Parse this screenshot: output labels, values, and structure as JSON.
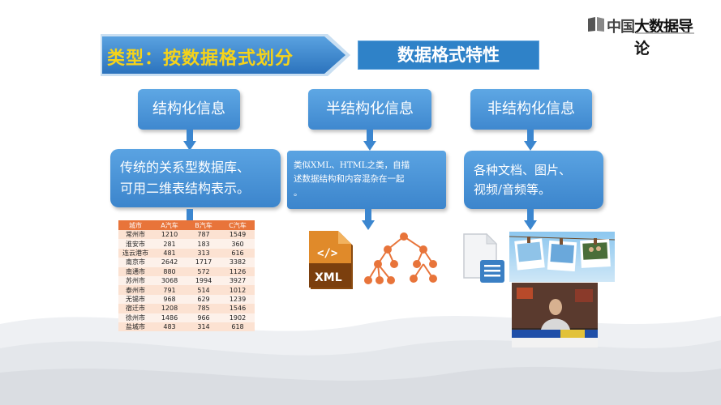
{
  "logo": {
    "part1": "中国",
    "part2": "大数据导论"
  },
  "header": {
    "left_title": "类型：按数据格式划分",
    "right_title": "数据格式特性"
  },
  "categories": [
    {
      "label": "结构化信息"
    },
    {
      "label": "半结构化信息"
    },
    {
      "label": "非结构化信息"
    }
  ],
  "descriptions": {
    "structured": [
      "传统的关系型数据库、",
      "可用二维表结构表示。"
    ],
    "semi": [
      "类似XML、HTML之类，自描",
      "述数据结构和内容混杂在一起",
      "。"
    ],
    "unstructured": [
      "各种文档、图片、",
      "视频/音频等。"
    ]
  },
  "table": {
    "headers": [
      "城市",
      "A汽车",
      "B汽车",
      "C汽车"
    ],
    "rows": [
      [
        "常州市",
        "1210",
        "787",
        "1549"
      ],
      [
        "淮安市",
        "281",
        "183",
        "360"
      ],
      [
        "连云港市",
        "481",
        "313",
        "616"
      ],
      [
        "南京市",
        "2642",
        "1717",
        "3382"
      ],
      [
        "南通市",
        "880",
        "572",
        "1126"
      ],
      [
        "苏州市",
        "3068",
        "1994",
        "3927"
      ],
      [
        "泰州市",
        "791",
        "514",
        "1012"
      ],
      [
        "无锡市",
        "968",
        "629",
        "1239"
      ],
      [
        "宿迁市",
        "1208",
        "785",
        "1546"
      ],
      [
        "徐州市",
        "1486",
        "966",
        "1902"
      ],
      [
        "盐城市",
        "483",
        "314",
        "618"
      ]
    ]
  },
  "xml_icon_label": "XML",
  "icons": {
    "xml_doc": "xml-document-icon",
    "tree": "tree-structure-icon",
    "file": "document-file-icon",
    "photos": "photo-gallery-icon",
    "video": "video-frame-icon"
  },
  "colors": {
    "banner_blue": "#2f82c8",
    "box_blue": "#4a94d8",
    "title_yellow": "#f6d31a",
    "table_header": "#e8743a",
    "tree_orange": "#e8743a"
  }
}
